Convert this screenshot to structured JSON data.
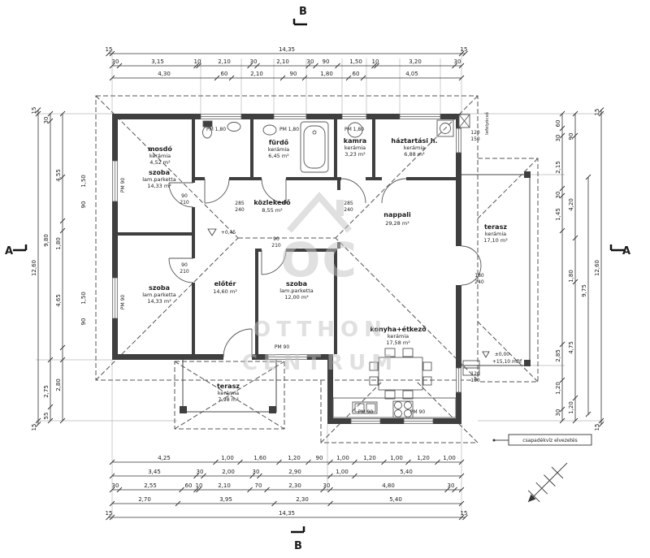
{
  "watermark": {
    "oc": "OC",
    "word1": "OTTHON",
    "word2": "CENTRUM"
  },
  "sections": {
    "top": "B",
    "bottom": "B",
    "left": "A",
    "right": "A"
  },
  "rooms": {
    "mosdo": {
      "name": "mosdó",
      "mat": "kerámia",
      "area": "4,52 m²"
    },
    "furdo": {
      "name": "fürdő",
      "mat": "kerámia",
      "area": "6,45 m²"
    },
    "kamra": {
      "name": "kamra",
      "mat": "kerámia",
      "area": "3,23 m²"
    },
    "haztartasi": {
      "name": "háztartási h.",
      "mat": "kerámia",
      "area": "6,88 m²"
    },
    "szoba1": {
      "name": "szoba",
      "mat": "lam.parketta",
      "area": "14,33 m²"
    },
    "kozlekedo": {
      "name": "közlekedő",
      "area": "8,55 m²"
    },
    "nappali": {
      "name": "nappali",
      "area": "29,28 m²"
    },
    "terasz1": {
      "name": "terasz",
      "mat": "kerámia",
      "area": "17,10 m²"
    },
    "szoba2": {
      "name": "szoba",
      "mat": "lam.parketta",
      "area": "14,33 m²"
    },
    "eloter": {
      "name": "előtér",
      "area": "14,60 m²"
    },
    "szoba3": {
      "name": "szoba",
      "mat": "lam.parketta",
      "area": "12,00 m²"
    },
    "konyha": {
      "name": "konyha+étkező",
      "mat": "kerámia",
      "area": "17,58 m²"
    },
    "terasz2": {
      "name": "terasz",
      "mat": "kerámia",
      "area": "7,98 m²"
    }
  },
  "labels": {
    "pm180": "PM 1,80",
    "pm90": "PM 90",
    "lvl_eloter": "+0,45",
    "lvl_zero": "±0,00-",
    "lvl_sea": "+15,10 mBf",
    "csapadek": "csapadékvíz elvezetés",
    "lefolyo": "lefolyócső"
  },
  "openings": {
    "w90": "90",
    "h210": "210",
    "w285": "285",
    "h240": "240",
    "w180": "180",
    "w120": "120",
    "h150": "150"
  },
  "dims": {
    "top1": [
      "15",
      "14,35",
      "15"
    ],
    "top2": [
      "30",
      "3,15",
      "10",
      "2,10",
      "30",
      "2,10",
      "30",
      "90",
      "1,50",
      "10",
      "3,20",
      "30"
    ],
    "top3": [
      "4,30",
      "60",
      "2,10",
      "90",
      "1,80",
      "60",
      "4,05"
    ],
    "bottom1": [
      "4,25",
      "1,00",
      "1,60",
      "1,20",
      "90",
      "1,00",
      "1,20",
      "1,00",
      "1,20",
      "1,00"
    ],
    "bottom2": [
      "3,45",
      "30",
      "2,00",
      "30",
      "2,90",
      "1,00",
      "5,40"
    ],
    "bottom3": [
      "30",
      "2,55",
      "60",
      "10",
      "2,10",
      "70",
      "2,30",
      "30",
      "4,80",
      "30"
    ],
    "bottom4": [
      "2,70",
      "3,95",
      "2,30",
      "5,40"
    ],
    "bottom5": [
      "15",
      "14,35",
      "15"
    ],
    "left1": [
      "15",
      "12,60",
      "15"
    ],
    "left2": [
      "30",
      "9,80",
      "2,75",
      "55"
    ],
    "left3": [
      "4,55",
      "1,80",
      "4,65",
      "2,80"
    ],
    "left4": [
      "1,50",
      "90",
      "1,50",
      "90"
    ],
    "right1": [
      "60",
      "30",
      "2,15",
      "30",
      "1,45",
      "2,85",
      "1,20",
      "30"
    ],
    "right2": [
      "90",
      "4,20",
      "1,80",
      "4,75",
      "1,20"
    ],
    "right3": [
      "9,75"
    ],
    "right4": [
      "15",
      "12,60",
      "15"
    ]
  }
}
